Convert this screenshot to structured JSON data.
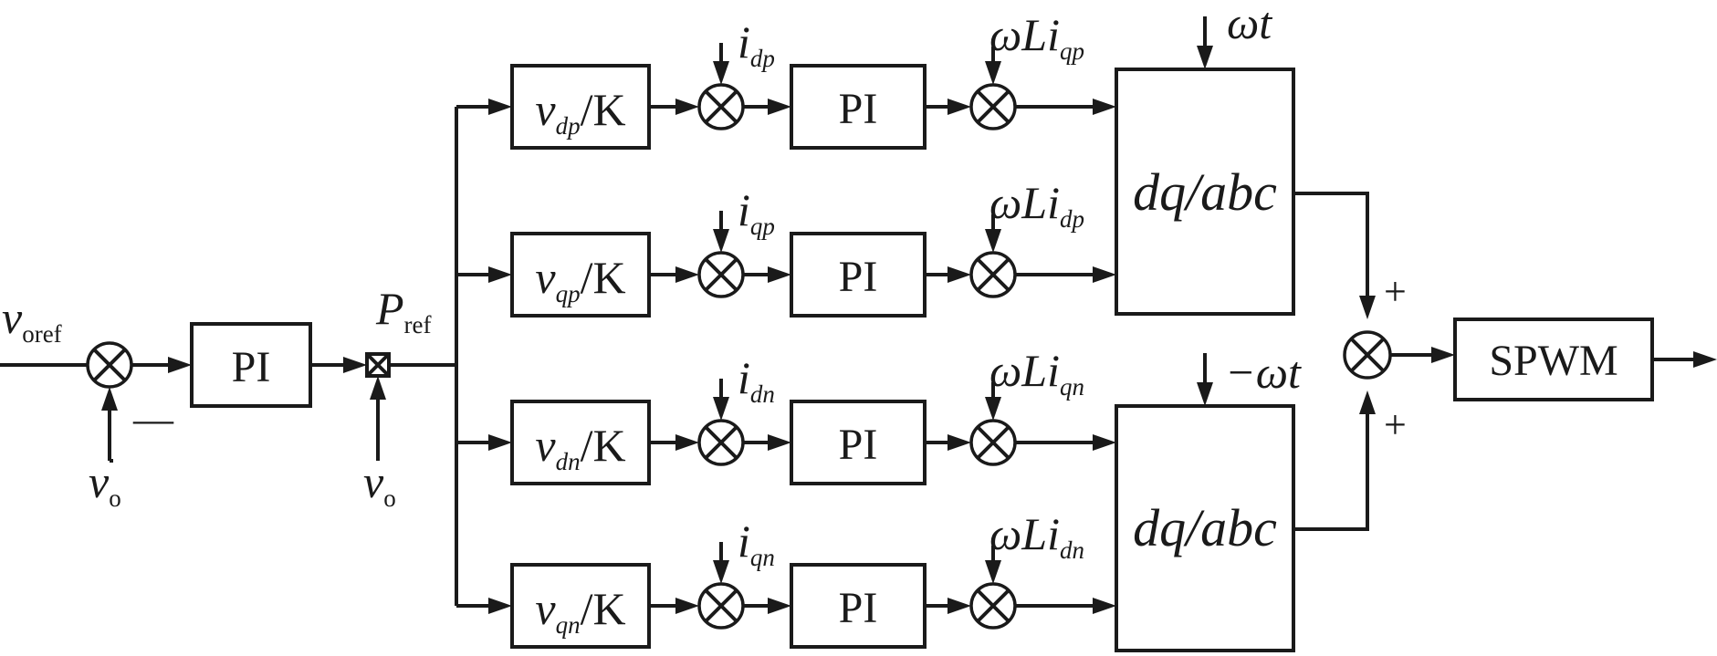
{
  "input_signal": {
    "symbol": "v",
    "subscript": "oref"
  },
  "feedback_signal": {
    "symbol": "v",
    "subscript": "o"
  },
  "minus_sign": "—",
  "plus_sign": "+",
  "voltage_pi_label": "PI",
  "power_ref": {
    "symbol": "P",
    "subscript": "ref"
  },
  "branches": [
    {
      "gain_num": "v",
      "gain_sub": "dp",
      "gain_den": "/K",
      "current_sym": "i",
      "current_sub": "dp",
      "pi_label": "PI",
      "coupling_prefix": "ωL",
      "coupling_i": "i",
      "coupling_sub": "qp"
    },
    {
      "gain_num": "v",
      "gain_sub": "qp",
      "gain_den": "/K",
      "current_sym": "i",
      "current_sub": "qp",
      "pi_label": "PI",
      "coupling_prefix": "ωL",
      "coupling_i": "i",
      "coupling_sub": "dp"
    },
    {
      "gain_num": "v",
      "gain_sub": "dn",
      "gain_den": "/K",
      "current_sym": "i",
      "current_sub": "dn",
      "pi_label": "PI",
      "coupling_prefix": "ωL",
      "coupling_i": "i",
      "coupling_sub": "qn"
    },
    {
      "gain_num": "v",
      "gain_sub": "qn",
      "gain_den": "/K",
      "current_sym": "i",
      "current_sub": "qn",
      "pi_label": "PI",
      "coupling_prefix": "ωL",
      "coupling_i": "i",
      "coupling_sub": "dn"
    }
  ],
  "transform_blocks": [
    {
      "label": "dq/abc",
      "angle": "ωt"
    },
    {
      "label": "dq/abc",
      "angle": "−ωt"
    }
  ],
  "output_block": "SPWM"
}
